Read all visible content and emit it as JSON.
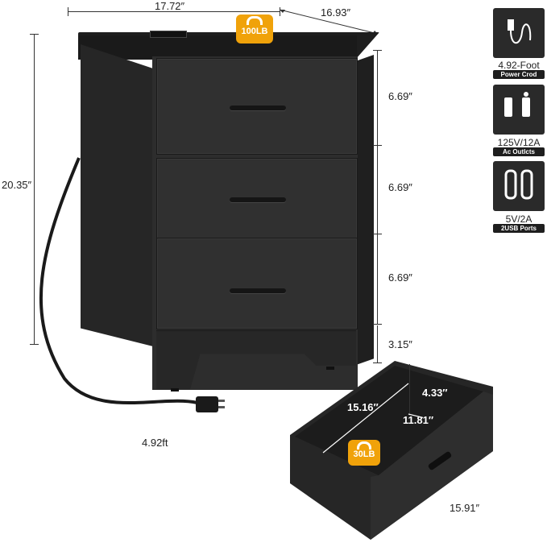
{
  "dimensions": {
    "width": "17.72″",
    "depth": "16.93″",
    "height": "20.35″",
    "drawer1": "6.69″",
    "drawer2": "6.69″",
    "drawer3": "6.69″",
    "base": "3.15″",
    "cord_length": "4.92ft"
  },
  "load": {
    "top": "100LB",
    "drawer": "30LB"
  },
  "drawer_detail": {
    "depth": "15.16″",
    "height": "4.33″",
    "width": "11.81″",
    "outer_length": "15.91″"
  },
  "features": [
    {
      "icon": "power-cord-icon",
      "label": "4.92-Foot",
      "tag": "Power Crod"
    },
    {
      "icon": "ac-outlet-icon",
      "label": "125V/12A",
      "tag": "Ac Outlcts"
    },
    {
      "icon": "usb-port-icon",
      "label": "5V/2A",
      "tag": "2USB Ports"
    }
  ],
  "colors": {
    "cabinet": "#2d2d2d",
    "accent": "#f0a20a"
  }
}
